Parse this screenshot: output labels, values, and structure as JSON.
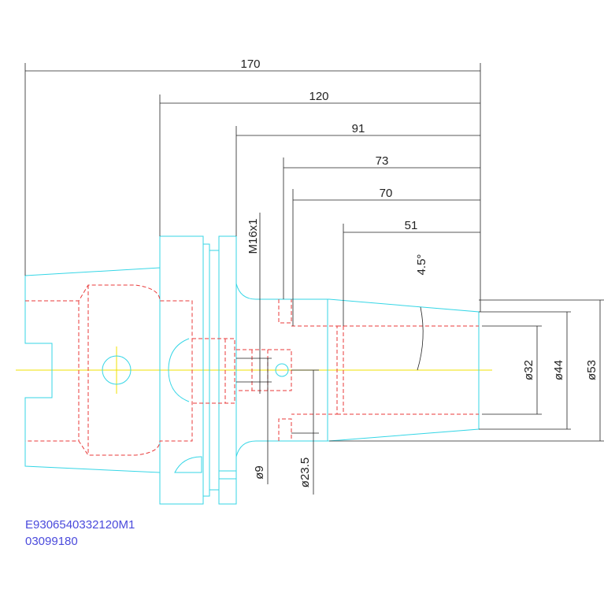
{
  "dimensions": {
    "len_170": "170",
    "len_120": "120",
    "len_91": "91",
    "len_73": "73",
    "len_70": "70",
    "len_51": "51",
    "thread": "M16x1",
    "taper_angle": "4.5°",
    "dia_32": "ø32",
    "dia_44": "ø44",
    "dia_53": "ø53",
    "dia_9": "ø9",
    "dia_23_5": "ø23.5"
  },
  "part_code": {
    "line1": "E9306540332120M1",
    "line2": "03099180"
  },
  "colors": {
    "outline": "#35d6e6",
    "hidden": "#e83a3a",
    "dimension": "#222222",
    "centerline": "#f0e000",
    "code_text": "#4a4adc"
  }
}
